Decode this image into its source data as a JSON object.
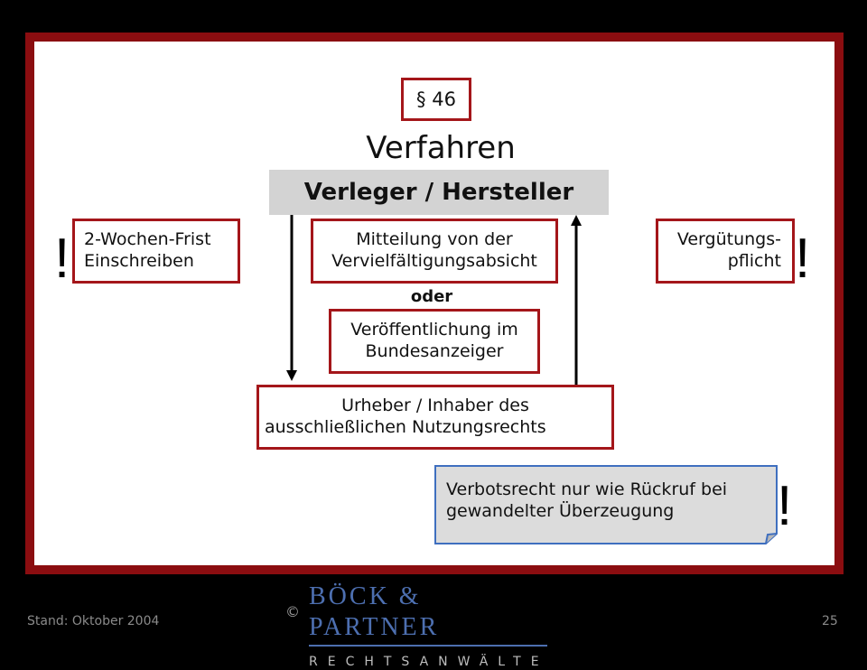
{
  "section": "§ 46",
  "title": "Verfahren",
  "header_bar": "Verleger / Hersteller",
  "left_box": {
    "line1": "2-Wochen-Frist",
    "line2": "Einschreiben"
  },
  "mitteilung": {
    "line1": "Mitteilung von der",
    "line2": "Vervielfältigungsabsicht"
  },
  "oder": "oder",
  "veroeffentlichung": {
    "line1": "Veröffentlichung im",
    "line2": "Bundesanzeiger"
  },
  "right_box": {
    "line1": "Vergütungs-",
    "line2": "pflicht"
  },
  "urheber": {
    "line1": "Urheber / Inhaber des",
    "line2": "ausschließlichen Nutzungsrechts"
  },
  "note": {
    "line1": "Verbotsrecht nur wie Rückruf bei",
    "line2": "gewandelter Überzeugung"
  },
  "exclamation": "!",
  "footer": {
    "stand": "Stand: Oktober 2004",
    "copyright": "©",
    "brand_top": "BÖCK & PARTNER",
    "brand_bottom": "RECHTSANWÄLTE",
    "page": "25"
  },
  "colors": {
    "frame": "#8b0d10",
    "box_border": "#a4161a",
    "note_fill": "#dcdcdc",
    "note_border": "#3f6fbf"
  }
}
